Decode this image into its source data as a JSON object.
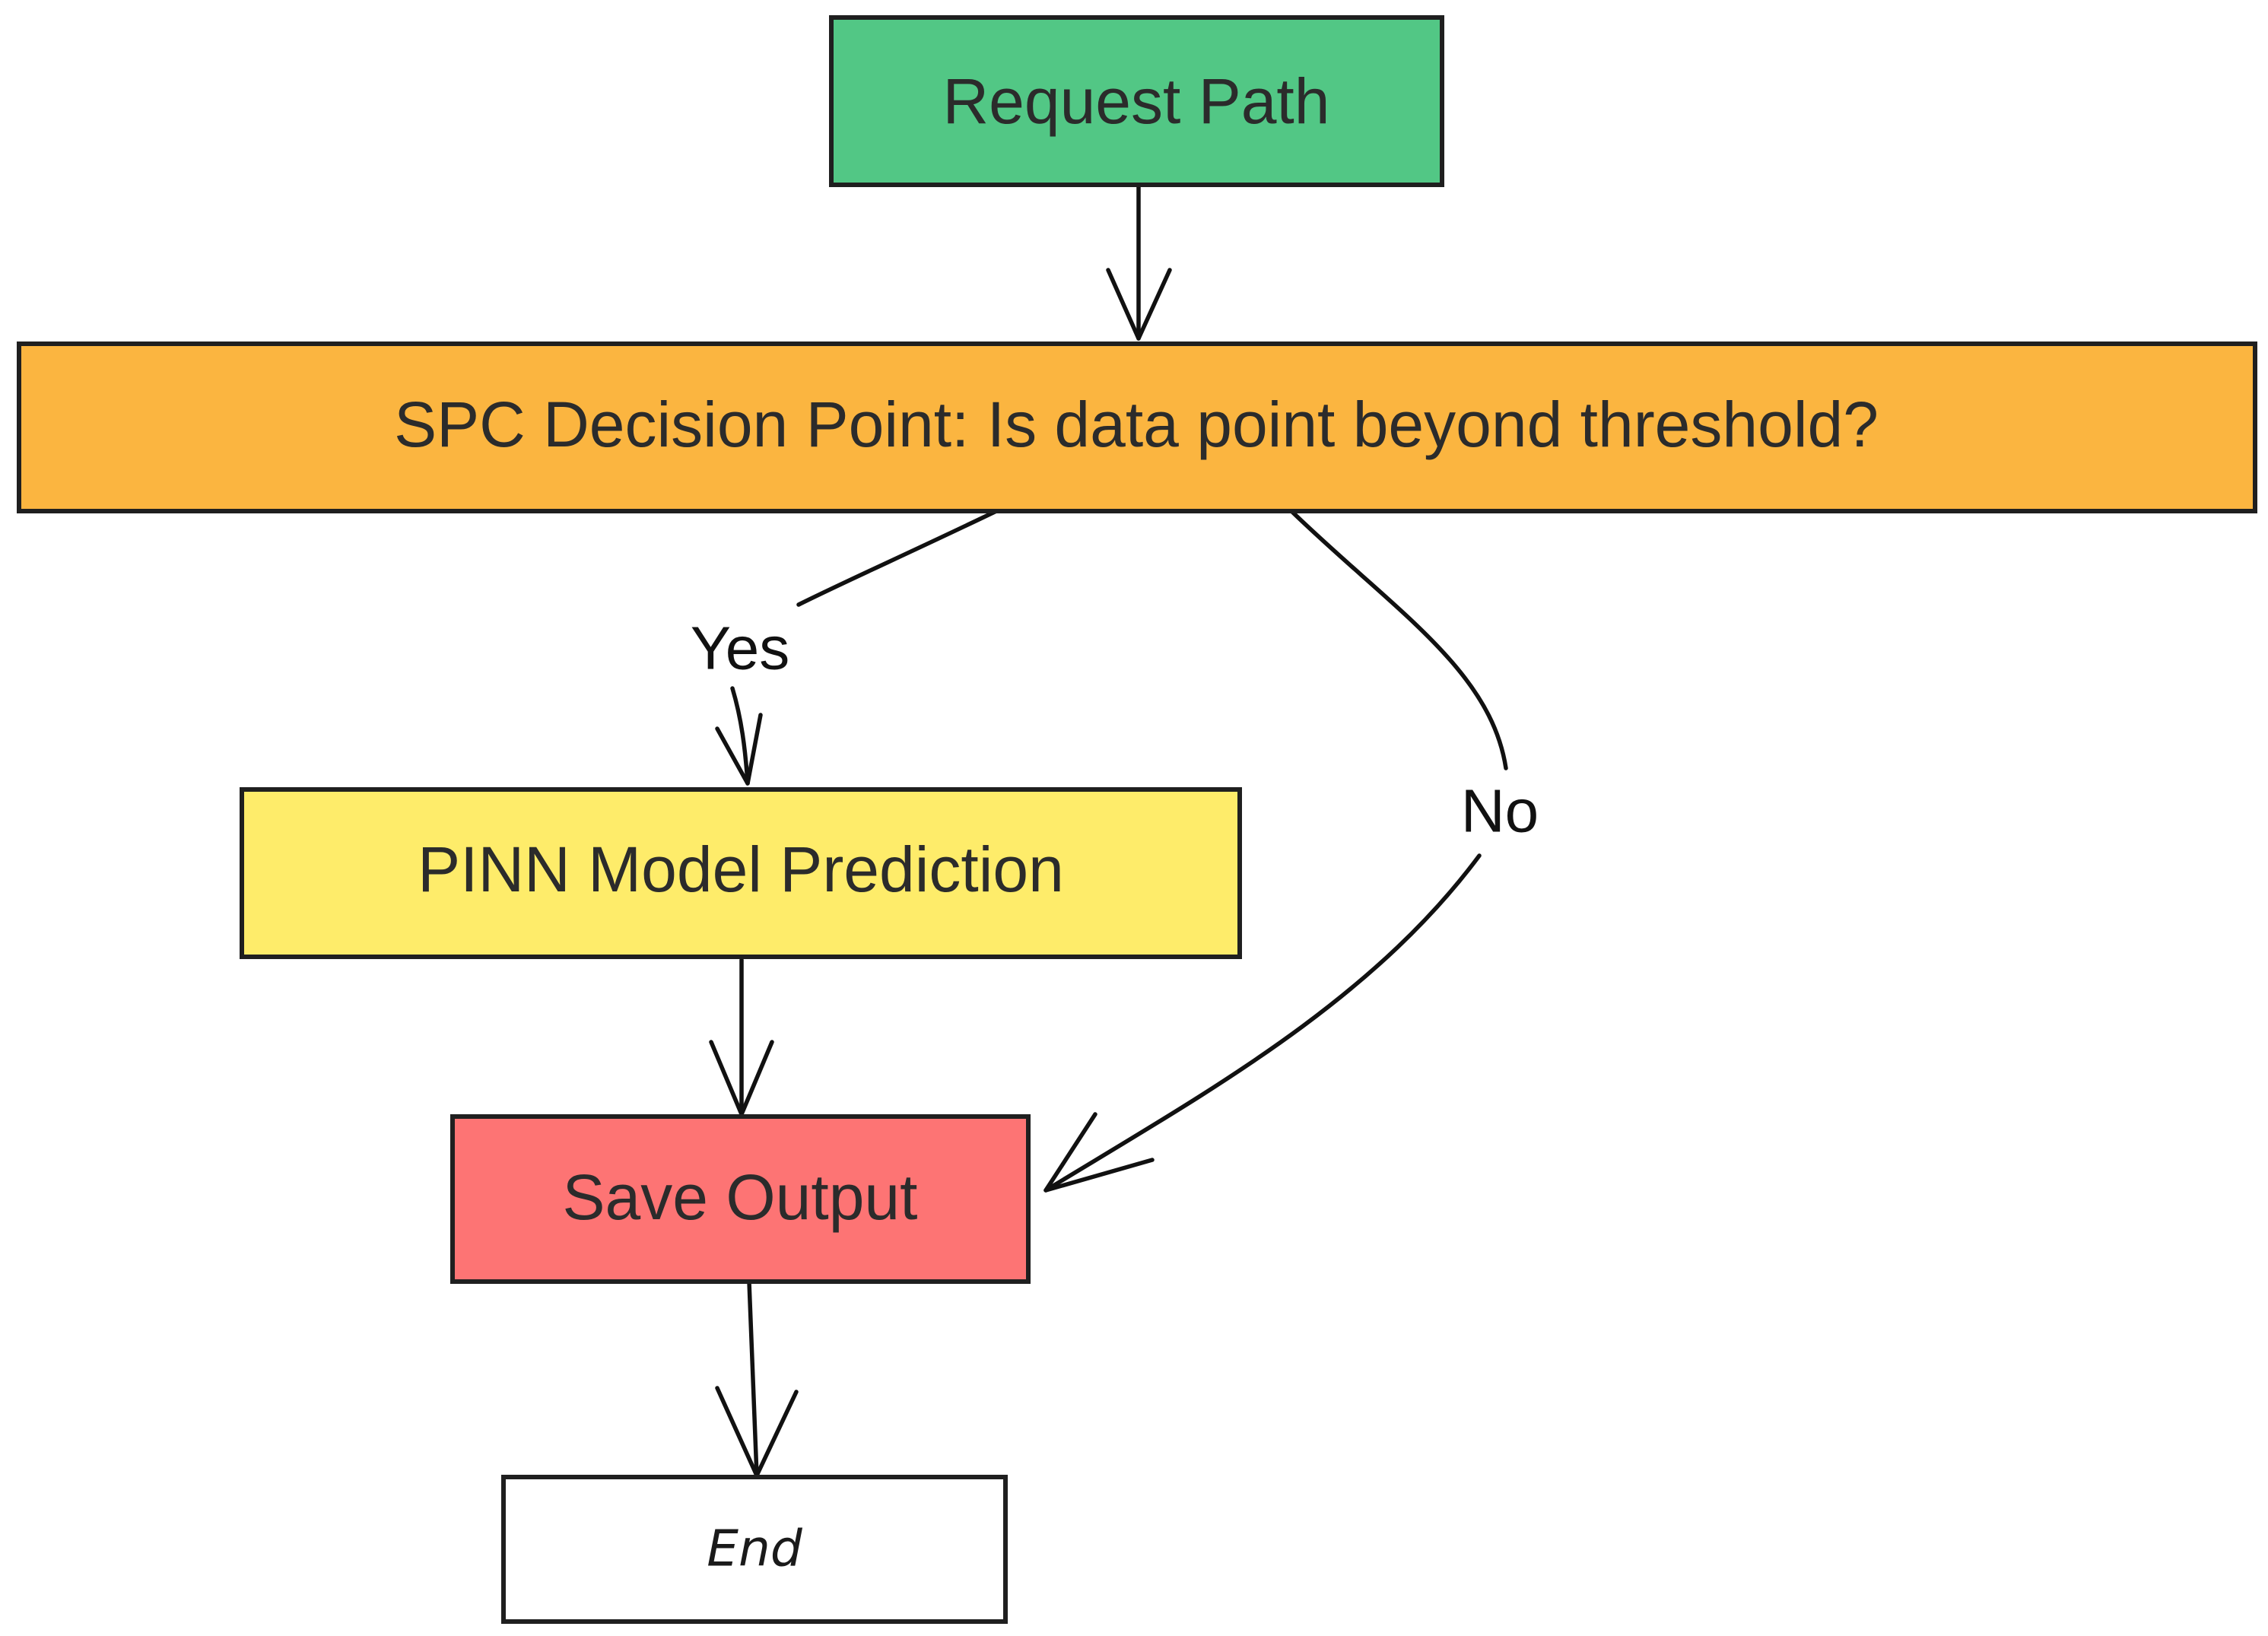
{
  "nodes": {
    "request_path": {
      "label": "Request Path",
      "fill": "#52C785"
    },
    "spc_decision": {
      "label": "SPC Decision Point: Is data point beyond threshold?",
      "fill": "#FBB540"
    },
    "pinn_prediction": {
      "label": "PINN Model Prediction",
      "fill": "#FEEC6A"
    },
    "save_output": {
      "label": "Save Output",
      "fill": "#FD7474"
    },
    "end": {
      "label": "End",
      "fill": "#FFFFFF"
    }
  },
  "edges": {
    "yes_label": "Yes",
    "no_label": "No"
  }
}
